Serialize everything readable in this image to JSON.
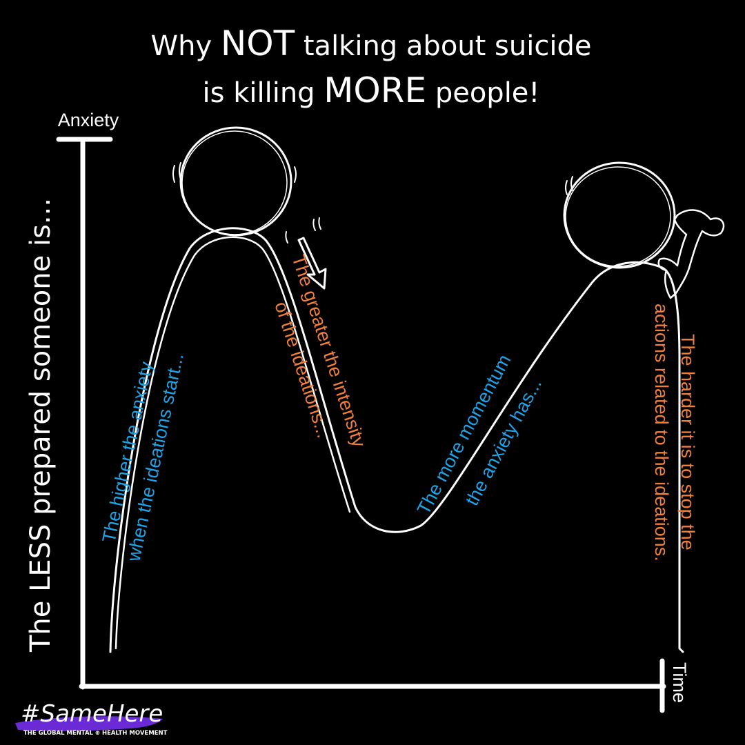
{
  "title": {
    "line1": {
      "prefix": "Why ",
      "emph": "NOT",
      "suffix": " talking about suicide"
    },
    "line2": {
      "prefix": "is killing ",
      "emph": "MORE",
      "suffix": " people!"
    }
  },
  "axes": {
    "y_label": "Anxiety",
    "x_label": "Time",
    "side_label_prefix": "The ",
    "side_label_emph": "LESS",
    "side_label_suffix": " prepared someone is..."
  },
  "annotations": {
    "a1": {
      "line1": "The higher the anxiety",
      "line2": "when the ideations start..."
    },
    "a2": {
      "line1": "The greater the intensity",
      "line2": "of the ideations..."
    },
    "a3": {
      "line1": "The more momentum",
      "line2": "the anxiety has..."
    },
    "a4": {
      "line1": "The harder it is to stop the",
      "line2": "actions related to the ideations."
    }
  },
  "logo": {
    "name": "#SameHere",
    "tagline": "THE GLOBAL MENTAL ⊕ HEALTH MOVEMENT"
  },
  "colors": {
    "background": "#000000",
    "line": "#ffffff",
    "blue": "#1fa3e6",
    "orange": "#f07f3c",
    "logo_swash": "#6a2bd6"
  }
}
